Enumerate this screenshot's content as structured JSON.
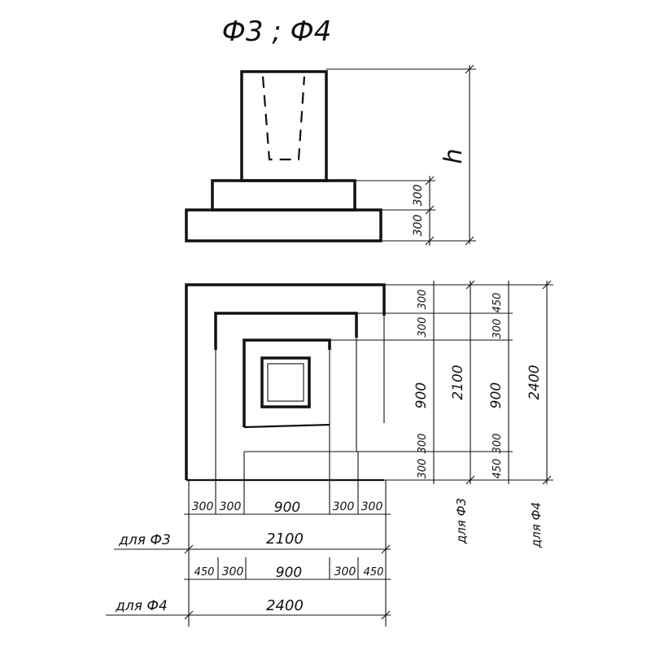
{
  "title": "Ф3 ; Ф4",
  "elevation": {
    "height_label": "h",
    "step_upper": "300",
    "step_lower": "300"
  },
  "plan": {
    "right_f3": {
      "top1": "300",
      "top2": "300",
      "mid": "900",
      "bot1": "300",
      "bot2": "300",
      "total": "2100",
      "caption": "для Ф3"
    },
    "right_f4": {
      "top1": "450",
      "top2": "300",
      "mid": "900",
      "bot1": "300",
      "bot2": "450",
      "total": "2400",
      "caption": "для Ф4"
    },
    "bottom_f3": {
      "d1": "300",
      "d2": "300",
      "d3": "900",
      "d4": "300",
      "d5": "300",
      "total": "2100",
      "caption": "для Ф3"
    },
    "bottom_f4": {
      "d1": "450",
      "d2": "300",
      "d3": "900",
      "d4": "300",
      "d5": "450",
      "total": "2400",
      "caption": "для Ф4"
    }
  }
}
